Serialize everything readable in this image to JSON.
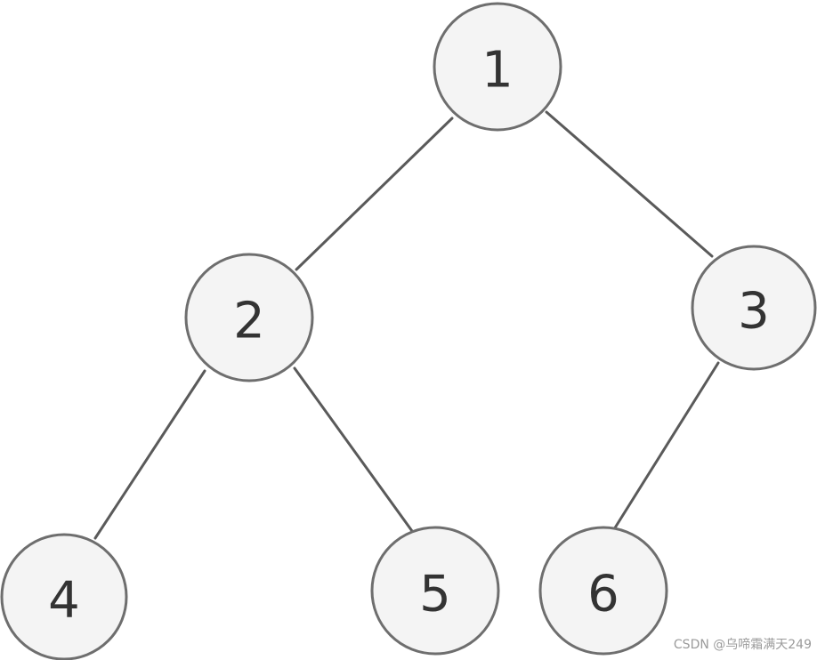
{
  "tree": {
    "nodes": [
      {
        "id": "n1",
        "label": "1"
      },
      {
        "id": "n2",
        "label": "2"
      },
      {
        "id": "n3",
        "label": "3"
      },
      {
        "id": "n4",
        "label": "4"
      },
      {
        "id": "n5",
        "label": "5"
      },
      {
        "id": "n6",
        "label": "6"
      }
    ],
    "edges": [
      {
        "from": "1",
        "to": "2"
      },
      {
        "from": "1",
        "to": "3"
      },
      {
        "from": "2",
        "to": "4"
      },
      {
        "from": "2",
        "to": "5"
      },
      {
        "from": "3",
        "to": "6"
      }
    ]
  },
  "watermark": "CSDN @乌啼霜满天249"
}
